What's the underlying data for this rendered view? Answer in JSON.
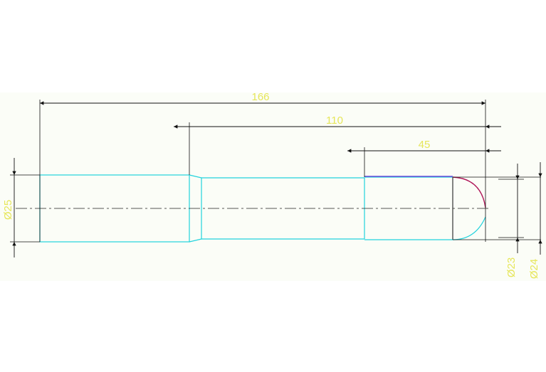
{
  "dimensions": {
    "overall_length": "166",
    "mid_length": "110",
    "end_length": "45",
    "left_diameter": "Ø25",
    "right_diameter_a": "Ø23",
    "right_diameter_b": "Ø24"
  },
  "colors": {
    "part_outline": "#22d3dd",
    "dimension_line": "#111111",
    "dimension_text": "#e6e65a",
    "fillet_arc": "#b0185a",
    "top_edge_accent": "#6a48d8",
    "background": "#fbfdf7"
  }
}
